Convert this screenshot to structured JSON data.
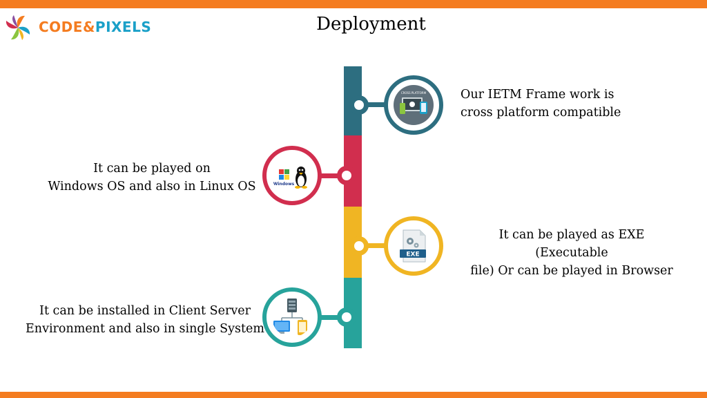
{
  "logo": {
    "part1": "CODE",
    "part2": "&",
    "part3": "PIXELS"
  },
  "title": "Deployment",
  "items": [
    {
      "line1": "Our IETM Frame work is",
      "line2": "cross platform compatible",
      "icon": "devices-icon",
      "color": "#2d6e80",
      "icon_label": "CROSS PLATFORM DEVELOPMENT"
    },
    {
      "line1": "It can be played on",
      "line2": "Windows OS and also in Linux OS",
      "icon": "windows-linux-icon",
      "color": "#d12e4e",
      "icon_label": "Windows"
    },
    {
      "line1": "It can be played as EXE (Executable",
      "line2": "file) Or can be played in Browser",
      "icon": "exe-file-icon",
      "color": "#f0b523",
      "icon_label": "EXE"
    },
    {
      "line1": "It can be installed in Client Server",
      "line2": "Environment and also in single System",
      "icon": "client-server-icon",
      "color": "#27a39b"
    }
  ]
}
